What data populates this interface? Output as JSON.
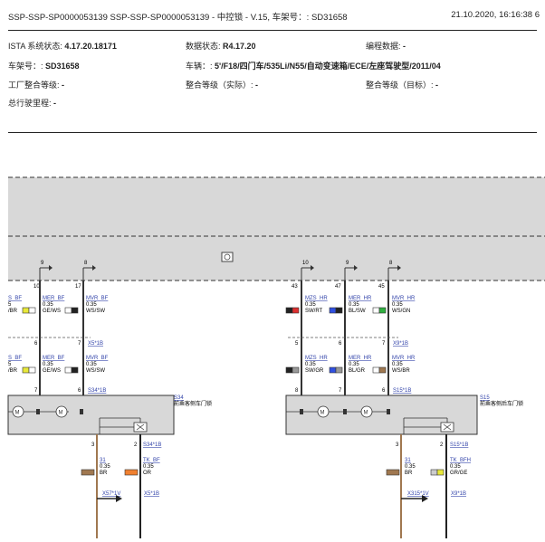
{
  "header": {
    "title": "SSP-SSP-SP0000053139 SSP-SSP-SP0000053139 - 中控锁 - V.15, 车架号：: SD31658",
    "datetime": "21.10.2020, 16:16:38 6"
  },
  "info": {
    "ista_label": "ISTA 系统状态: ",
    "ista_value": "4.17.20.18171",
    "data_label": "数据状态: ",
    "data_value": "R4.17.20",
    "prog_label": "编程数据: ",
    "prog_value": "-",
    "vin_label": "车架号：: ",
    "vin_value": "SD31658",
    "vehicle_label": "车辆：: ",
    "vehicle_value": "5'/F18/四门车/535Li/N55/自动变速箱/ECE/左座驾驶型/2011/04",
    "factory_label": "工厂整合等级: ",
    "factory_value": "-",
    "actual_label": "整合等级（实际）: ",
    "actual_value": "-",
    "target_label": "整合等级（目标）: ",
    "target_value": "-",
    "mileage_label": "总行驶里程: ",
    "mileage_value": "-"
  },
  "diagram": {
    "left": {
      "top_pins": [
        "10",
        "17"
      ],
      "arrow_labels": [
        "9",
        "8"
      ],
      "wires_upper": [
        {
          "label": "S_BF",
          "size": "5",
          "color_code": "/BR",
          "swatch": [
            "#e8e83a",
            "#ffffff"
          ]
        },
        {
          "label": "MER_BF",
          "size": "0.35",
          "color_code": "GE/WS",
          "swatch": [
            "#e8e83a",
            "#ffffff"
          ]
        },
        {
          "label": "MVR_BF",
          "size": "0.35",
          "color_code": "WS/SW",
          "swatch": [
            "#ffffff",
            "#222222"
          ]
        }
      ],
      "connector_mid": "X5*1B",
      "mid_pins": [
        "6",
        "7"
      ],
      "wires_lower": [
        {
          "label": "S_BF",
          "size": "5",
          "color_code": "/BR",
          "swatch": [
            "#e8e83a",
            "#ffffff"
          ]
        },
        {
          "label": "MER_BF",
          "size": "0.35",
          "color_code": "GE/WS",
          "swatch": [
            "#e8e83a",
            "#ffffff"
          ]
        },
        {
          "label": "MVR_BF",
          "size": "0.35",
          "color_code": "WS/SW",
          "swatch": [
            "#ffffff",
            "#222222"
          ]
        }
      ],
      "lower_pins": [
        "7",
        "6"
      ],
      "connector_low": "S34*1B",
      "component_id": "S34",
      "component_name": "前乘客侧车门锁",
      "out_pins": [
        "3",
        "2"
      ],
      "out_connector": "S34*1B",
      "out_wires": [
        {
          "label": "31",
          "size": "0.35",
          "color_code": "BR",
          "swatch": [
            "#a07850",
            "#a07850"
          ]
        },
        {
          "label": "TK_BF",
          "size": "0.35",
          "color_code": "OR",
          "swatch": [
            "#f08030",
            "#f08030"
          ]
        }
      ],
      "bottom_connectors": [
        "X57*1V",
        "X5*1B"
      ]
    },
    "right": {
      "top_pins": [
        "43",
        "47",
        "45"
      ],
      "arrow_labels": [
        "10",
        "9",
        "8"
      ],
      "wires_upper": [
        {
          "label": "MZS_HR",
          "size": "0.35",
          "color_code": "SW/RT",
          "swatch": [
            "#222222",
            "#dd3030"
          ]
        },
        {
          "label": "MER_HR",
          "size": "0.35",
          "color_code": "BL/SW",
          "swatch": [
            "#3050e0",
            "#222222"
          ]
        },
        {
          "label": "MVR_HR",
          "size": "0.35",
          "color_code": "WS/GN",
          "swatch": [
            "#ffffff",
            "#30b040"
          ]
        }
      ],
      "connector_mid": "X9*1B",
      "mid_pins": [
        "5",
        "6",
        "7"
      ],
      "wires_lower": [
        {
          "label": "MZS_HR",
          "size": "0.35",
          "color_code": "SW/GR",
          "swatch": [
            "#222222",
            "#999999"
          ]
        },
        {
          "label": "MER_HR",
          "size": "0.35",
          "color_code": "BL/GR",
          "swatch": [
            "#3050e0",
            "#999999"
          ]
        },
        {
          "label": "MVR_HR",
          "size": "0.35",
          "color_code": "WS/BR",
          "swatch": [
            "#ffffff",
            "#a07850"
          ]
        }
      ],
      "lower_pins": [
        "8",
        "7",
        "6"
      ],
      "connector_low": "S15*1B",
      "component_id": "S15",
      "component_name": "前乘客侧后车门锁",
      "out_pins": [
        "3",
        "2"
      ],
      "out_connector": "S15*1B",
      "out_wires": [
        {
          "label": "31",
          "size": "0.35",
          "color_code": "BR",
          "swatch": [
            "#a07850",
            "#a07850"
          ]
        },
        {
          "label": "TK_BFH",
          "size": "0.35",
          "color_code": "GR/GE",
          "swatch": [
            "#cccccc",
            "#e8e83a"
          ]
        }
      ],
      "bottom_connectors": [
        "X315*1V",
        "X9*1B"
      ]
    }
  }
}
